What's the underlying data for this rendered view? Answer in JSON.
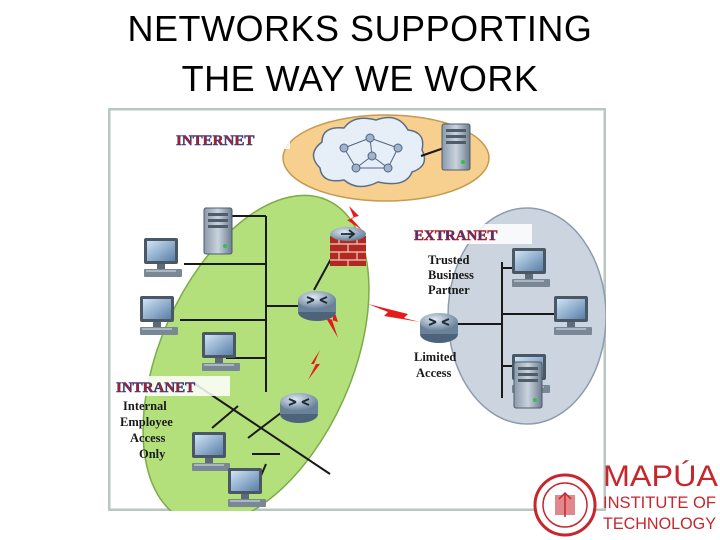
{
  "title": {
    "line1": "NETWORKS SUPPORTING",
    "line2": "THE WAY WE WORK"
  },
  "diagram": {
    "internet_label": "INTERNET",
    "extranet_label": "EXTRANET",
    "intranet_label": "INTRANET",
    "extranet_desc": [
      "Trusted",
      "Business",
      "Partner"
    ],
    "limited_access": [
      "Limited",
      "Access"
    ],
    "intranet_desc": [
      "Internal",
      "Employee",
      "Access",
      "Only"
    ]
  },
  "logo": {
    "line1": "MAPÚA",
    "line2": "INSTITUTE OF",
    "line3": "TECHNOLOGY"
  },
  "colors": {
    "internet_zone": "#f7cf8f",
    "intranet_zone": "#b4e07c",
    "extranet_zone": "#ccd4df",
    "label_blue": "#2a3f8f",
    "label_red": "#c01818",
    "lightning": "#e51a1a",
    "logo_red": "#c6262c"
  }
}
